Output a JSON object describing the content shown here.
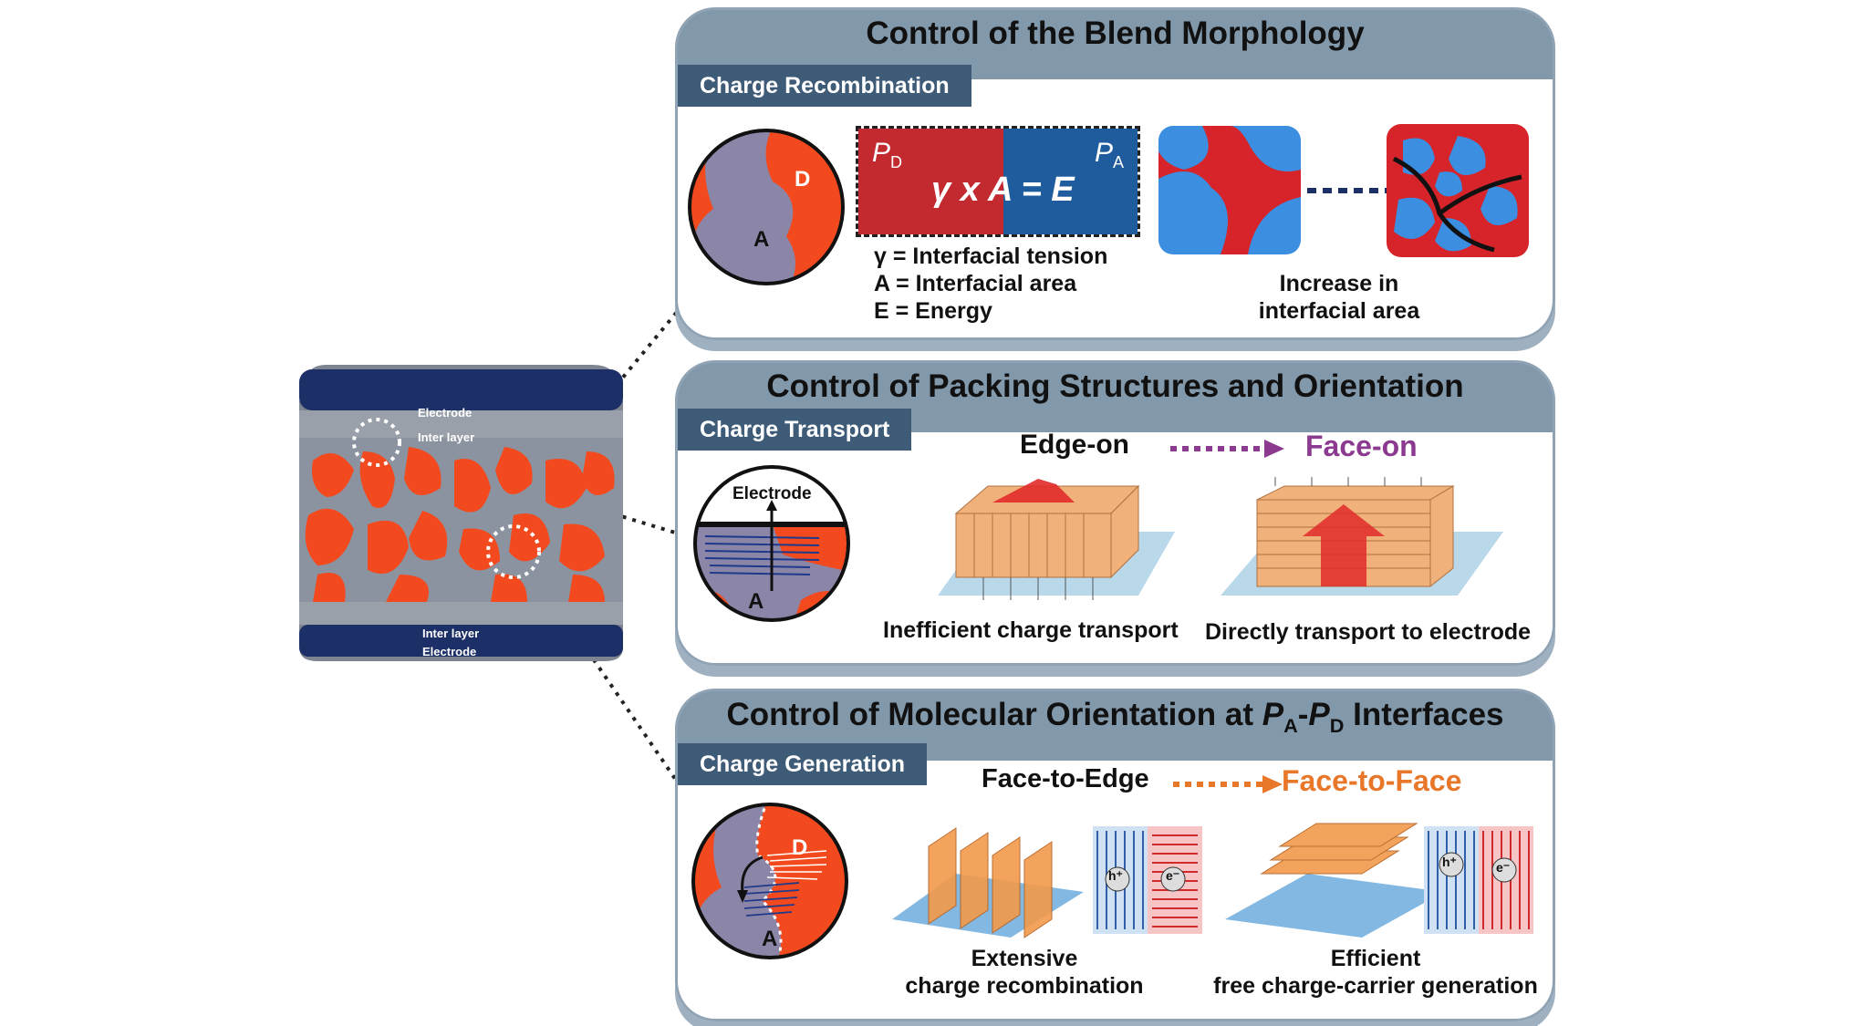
{
  "device": {
    "electrode_top": "Electrode",
    "interlayer_top": "Inter layer",
    "interlayer_bottom": "Inter layer",
    "electrode_bottom": "Electrode"
  },
  "panel1": {
    "title": "Control of the Blend Morphology",
    "tag": "Charge Recombination",
    "circle_d": "D",
    "circle_a": "A",
    "pd": "P",
    "pd_sub": "D",
    "pa": "P",
    "pa_sub": "A",
    "equation": "γ x A = E",
    "def_gamma": "γ = Interfacial tension",
    "def_area": "A = Interfacial area",
    "def_energy": "E = Energy",
    "increase_line1": "Increase in",
    "increase_line2": "interfacial area"
  },
  "panel2": {
    "title": "Control of Packing Structures and Orientation",
    "tag": "Charge Transport",
    "circle_electrode": "Electrode",
    "circle_a": "A",
    "edge_on": "Edge-on",
    "face_on": "Face-on",
    "caption_left": "Inefficient charge transport",
    "caption_right": "Directly transport to electrode"
  },
  "panel3": {
    "title_prefix": "Control of Molecular Orientation at ",
    "title_pa": "P",
    "title_pa_sub": "A",
    "title_dash": "-",
    "title_pd": "P",
    "title_pd_sub": "D",
    "title_suffix": " Interfaces",
    "tag": "Charge Generation",
    "circle_d": "D",
    "circle_a": "A",
    "face_to_edge": "Face-to-Edge",
    "face_to_face": "Face-to-Face",
    "hole": "h⁺",
    "electron": "e⁻",
    "caption_left_1": "Extensive",
    "caption_left_2": "charge recombination",
    "caption_right_1": "Efficient",
    "caption_right_2": "free charge-carrier  generation"
  },
  "colors": {
    "donor": "#f24a1e",
    "acceptor": "#8b86a8",
    "electrode": "#1c2f66",
    "panel_header": "#8298ab",
    "tag": "#3e5b78",
    "face_on": "#8b3a8f",
    "face_to_face": "#e8772a"
  }
}
